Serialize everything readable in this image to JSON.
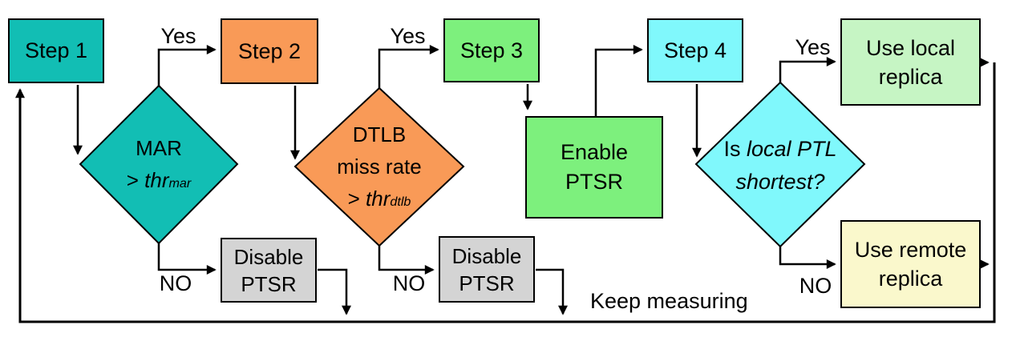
{
  "colors": {
    "teal": "#12BEB4",
    "orange": "#F99A57",
    "green": "#7DF07D",
    "cyan": "#80F8FC",
    "pale_green": "#C6F5C4",
    "pale_yellow": "#FAF8CC",
    "gray": "#D4D4D4",
    "line": "#000000",
    "background": "#FFFFFF"
  },
  "boxes": {
    "step1": {
      "label": "Step 1"
    },
    "step2": {
      "label": "Step 2"
    },
    "step3": {
      "label": "Step 3"
    },
    "step4": {
      "label": "Step 4"
    },
    "enable_ptsr": {
      "line1": "Enable",
      "line2": "PTSR"
    },
    "disable_ptsr_1": {
      "line1": "Disable",
      "line2": "PTSR"
    },
    "disable_ptsr_2": {
      "line1": "Disable",
      "line2": "PTSR"
    },
    "use_local": {
      "line1": "Use local",
      "line2": "replica"
    },
    "use_remote": {
      "line1": "Use remote",
      "line2": "replica"
    }
  },
  "decisions": {
    "mar": {
      "line1": "MAR",
      "op": "> ",
      "var": "thr",
      "sub": "mar"
    },
    "dtlb": {
      "line1": "DTLB",
      "line2": "miss rate",
      "op": "> ",
      "var": "thr",
      "sub": "dtlb"
    },
    "ptl": {
      "prefix": "Is ",
      "italic1": "local PTL",
      "italic2": "shortest?"
    }
  },
  "labels": {
    "yes1": "Yes",
    "yes2": "Yes",
    "yes3": "Yes",
    "no1": "NO",
    "no2": "NO",
    "no3": "NO",
    "keep_measuring": "Keep measuring"
  }
}
